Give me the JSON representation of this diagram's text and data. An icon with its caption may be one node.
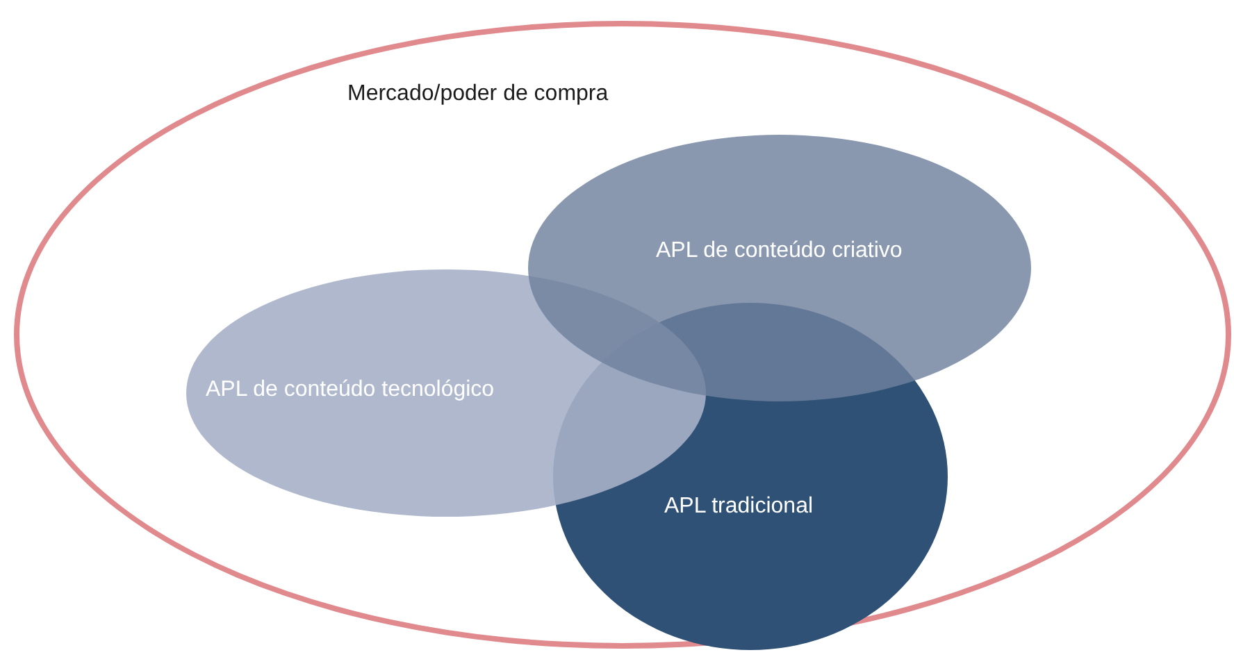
{
  "diagram": {
    "nodes": [
      {
        "text": [
          "Mercado/poder de compra"
        ]
      },
      {
        "text": [
          "APL de conteúdo criativo"
        ],
        "in": 0
      },
      {
        "text": [
          "APL de conteúdo tecnológico"
        ],
        "in": 0
      },
      {
        "text": [
          "APL tradicional"
        ],
        "in": 0
      }
    ]
  }
}
